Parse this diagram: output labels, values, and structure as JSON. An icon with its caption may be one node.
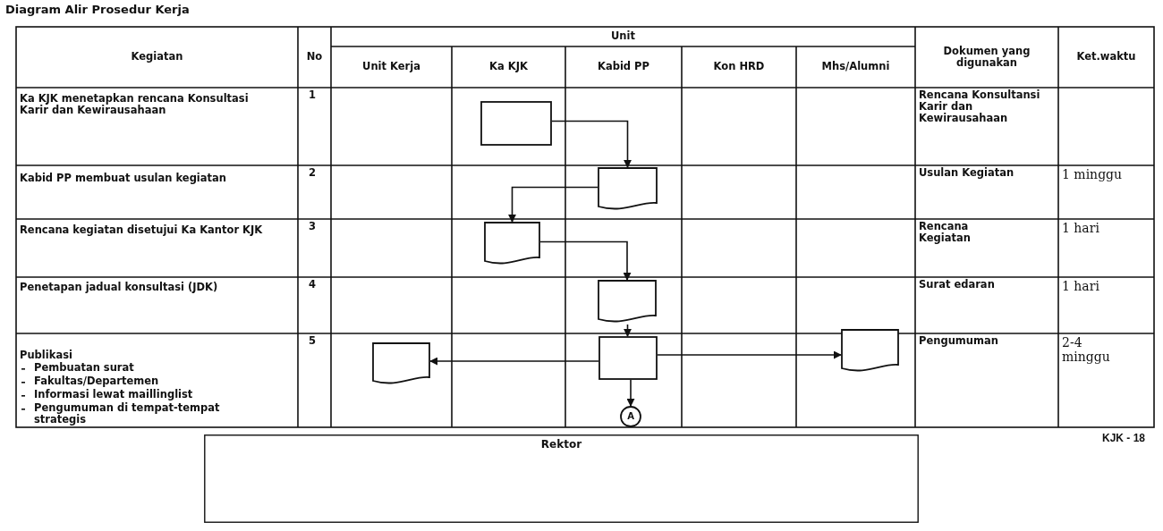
{
  "diagram": {
    "title": "Diagram Alir Prosedur Kerja",
    "nodes": [
      {
        "text": [],
        "shape": "box"
      },
      {
        "text": [],
        "shape": "document"
      },
      {
        "text": [],
        "shape": "document"
      },
      {
        "text": [],
        "shape": "document"
      },
      {
        "text": [],
        "shape": "box"
      },
      {
        "text": [],
        "shape": "document"
      },
      {
        "text": [],
        "shape": "document"
      },
      {
        "text": [
          "A"
        ]
      },
      {
        "text": [
          "Rektor"
        ]
      }
    ],
    "edges": [
      {
        "from": 0,
        "to": 1,
        "arrow": "to"
      },
      {
        "from": 1,
        "to": 2,
        "arrow": "to"
      },
      {
        "from": 2,
        "to": 3,
        "arrow": "to"
      },
      {
        "from": 3,
        "to": 4,
        "arrow": "to"
      },
      {
        "from": 4,
        "to": 5,
        "arrow": "to"
      },
      {
        "from": 4,
        "to": 6,
        "arrow": "to"
      },
      {
        "from": 4,
        "to": 7,
        "arrow": "to"
      }
    ],
    "labels": [
      "Kegiatan",
      "No",
      "Unit",
      "Unit Kerja",
      "Ka KJK",
      "Kabid PP",
      "Kon HRD",
      "Mhs/Alumni",
      "Dokumen yang digunakan",
      "Ket.waktu",
      "Ka KJK menetapkan rencana Konsultasi Karir dan Kewirausahaan",
      "1",
      "Rencana Konsultansi Karir dan Kewirausahaan",
      "Kabid PP membuat usulan kegiatan",
      "2",
      "Usulan Kegiatan",
      "1 minggu",
      "Rencana kegiatan disetujui Ka Kantor KJK",
      "3",
      "Rencana Kegiatan",
      "1 hari",
      "Penetapan jadual konsultasi (JDK)",
      "4",
      "Surat edaran",
      "1 hari",
      "Publikasi",
      "Pembuatan surat",
      "Fakultas/Departemen",
      "Informasi lewat maillinglist",
      "Pengumuman di tempat-tempat strategis",
      "5",
      "Pengumuman",
      "2-4 minggu",
      "KJK - 18"
    ]
  }
}
